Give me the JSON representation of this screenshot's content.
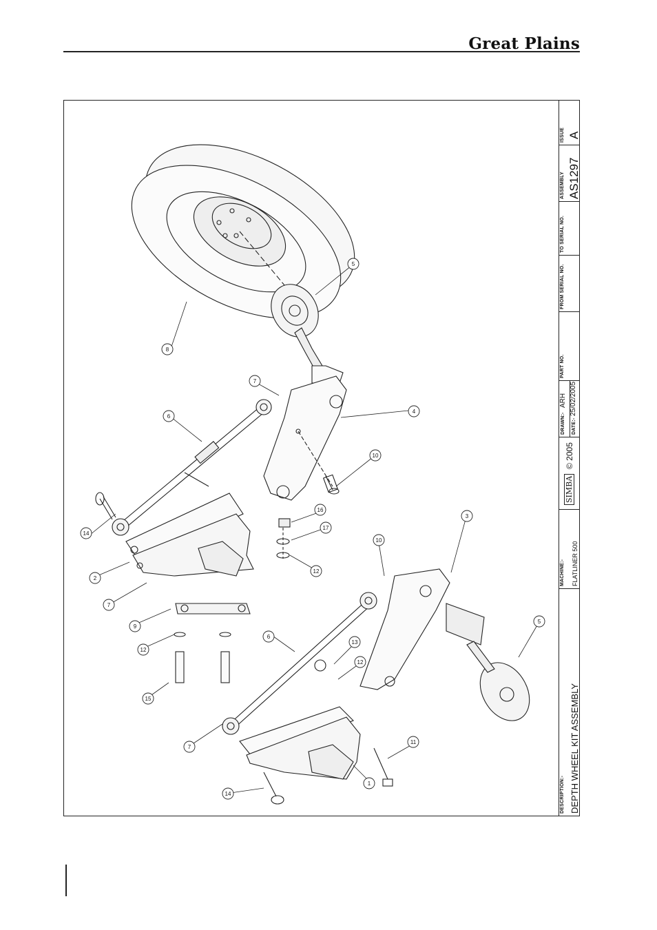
{
  "header": {
    "brand": "Great Plains"
  },
  "title_block": {
    "description_label": "DESCRIPTION:-",
    "description": "DEPTH WHEEL KIT ASSEMBLY",
    "machine_label": "MACHINE:-",
    "machine": "FLATLINER 500",
    "logo_text": "SIMBA",
    "copyright": "© 2005",
    "drawn_label": "DRAWN:-",
    "drawn": "ARH",
    "date_label": "DATE:-",
    "date": "25/02/2005",
    "part_no_label": "PART NO.",
    "from_serial_label": "FROM SERIAL NO.",
    "to_serial_label": "TO SERIAL NO.",
    "assembly_label": "ASSEMBLY",
    "assembly": "AS1297",
    "issue_label": "ISSUE",
    "issue": "A"
  },
  "callouts": {
    "c1": "1",
    "c2": "2",
    "c3": "3",
    "c4": "4",
    "c5a": "5",
    "c5b": "5",
    "c6a": "6",
    "c6b": "6",
    "c7a": "7",
    "c7b": "7",
    "c7c": "7",
    "c8": "8",
    "c9": "9",
    "c10a": "10",
    "c10b": "10",
    "c11": "11",
    "c12a": "12",
    "c12b": "12",
    "c12c": "12",
    "c13": "13",
    "c14a": "14",
    "c14b": "14",
    "c15": "15",
    "c16": "16",
    "c17": "17"
  }
}
